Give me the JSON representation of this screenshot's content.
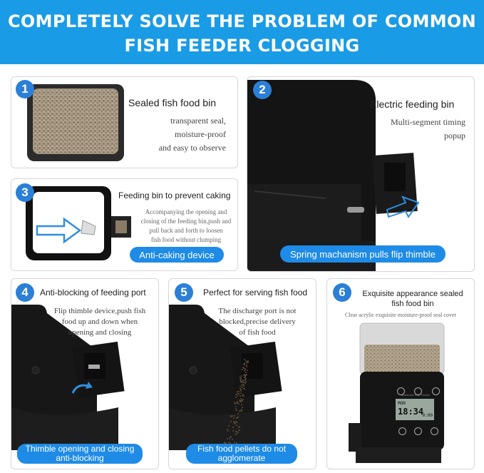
{
  "banner": {
    "line1": "COMPLETELY SOLVE THE PROBLEM OF COMMON",
    "line2": "FISH FEEDER CLOGGING"
  },
  "features": [
    {
      "number": "1",
      "title": "Sealed fish food bin",
      "desc": [
        "transparent seal,",
        "moisture-proof",
        "and easy to observe"
      ]
    },
    {
      "number": "2",
      "title": "Electric feeding bin",
      "desc": [
        "Multi-segment timing",
        "popup"
      ],
      "caption": "Spring machanism pulls flip thimble"
    },
    {
      "number": "3",
      "title": "Feeding bin to prevent caking",
      "desc": [
        "Accompanying the opening and",
        "closing of the feeding bin,push and",
        "pull back and forth to loosen",
        "fish food without clumping"
      ],
      "caption": "Anti-caking device"
    },
    {
      "number": "4",
      "title": "Anti-blocking of feeding port",
      "desc": [
        "Flip thimble device,push fish",
        "food up and down when",
        "opening and closing"
      ],
      "caption_lines": [
        "Thimble opening and closing",
        "anti-blocking"
      ]
    },
    {
      "number": "5",
      "title": "Perfect for serving fish food",
      "desc": [
        "The discharge port is not",
        "blocked,precise delivery",
        "of fish food"
      ],
      "caption_lines": [
        "Fish food pellets do not",
        "agglomerate"
      ]
    },
    {
      "number": "6",
      "title_lines": [
        "Exquisite appearance sealed",
        "fish food bin"
      ],
      "subtitle": "Clear acrylic exquisite moisture-proof seal cover",
      "screen": {
        "time": "18:34",
        "brand": "Automatic Fish Feeder",
        "side_top": "MON",
        "side_bottom": "0:00"
      }
    }
  ],
  "colors": {
    "banner": "#1a9be6",
    "badge": "#2b7fd6",
    "pill": "#1e8be6",
    "device": "#151515",
    "arrow": "#2f8fe0"
  }
}
